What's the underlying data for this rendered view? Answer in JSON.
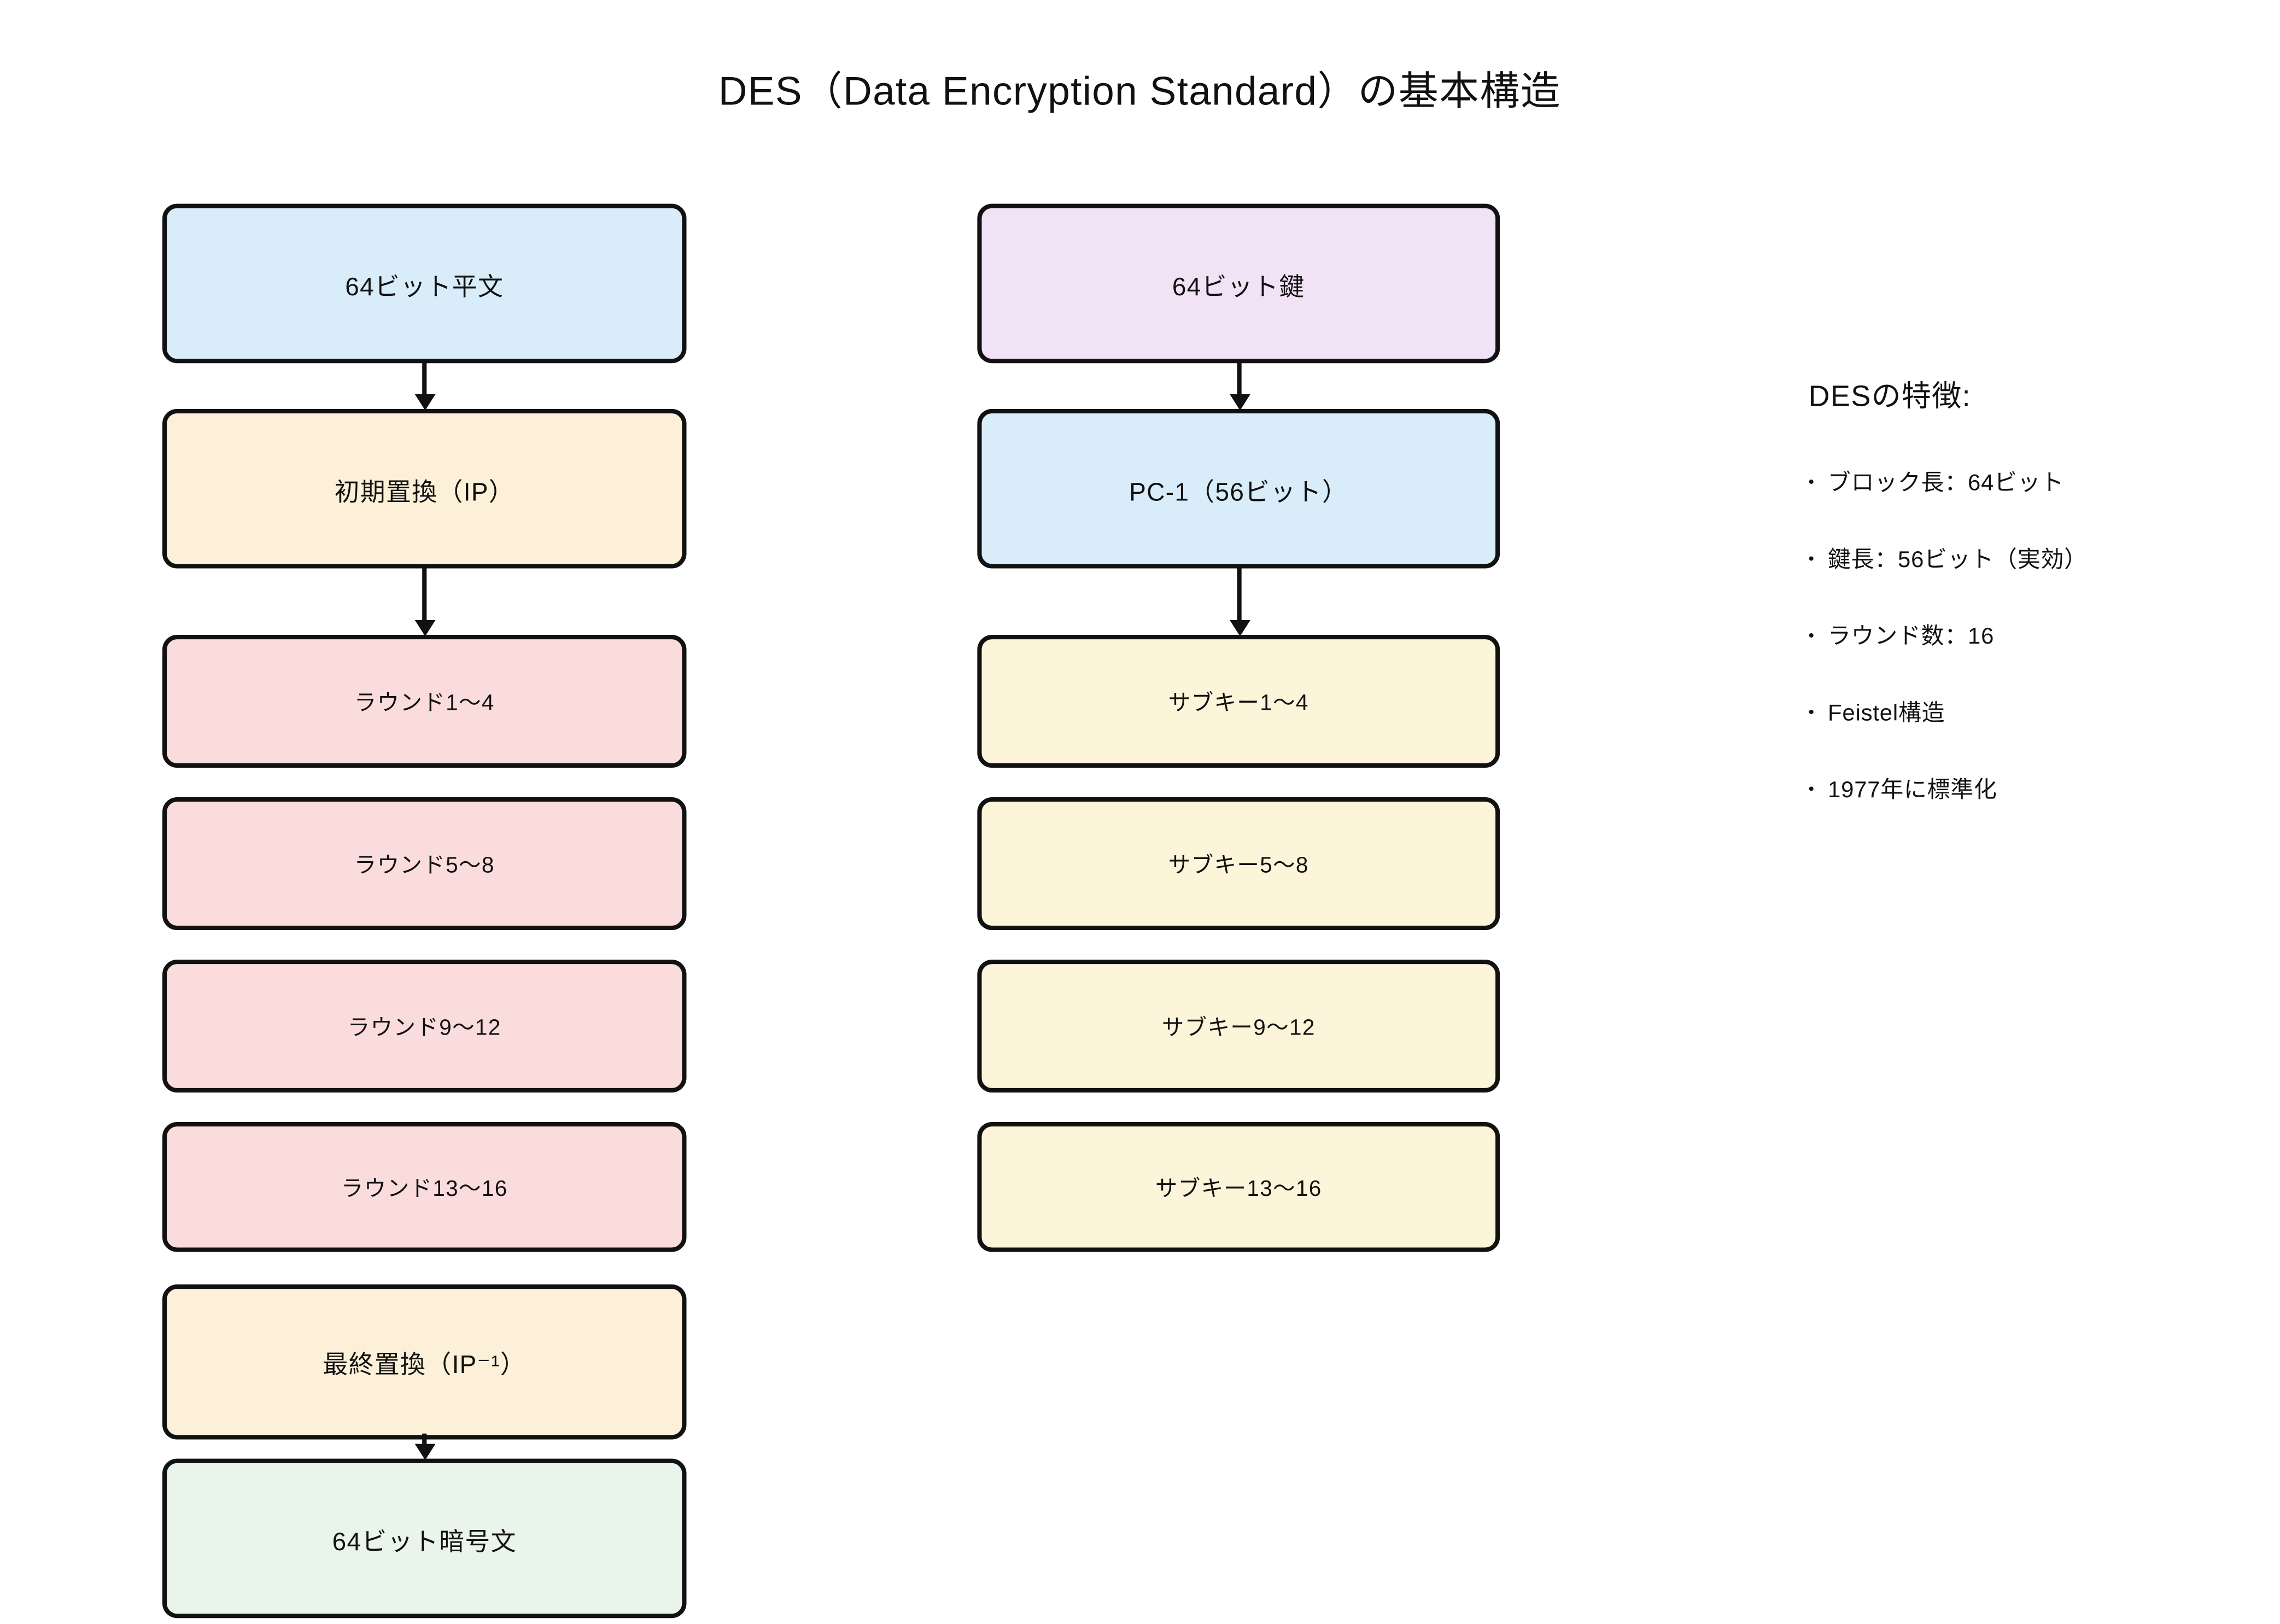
{
  "title": "DES（Data Encryption Standard）の基本構造",
  "data_path": {
    "plaintext": "64ビット平文",
    "initial_permutation": "初期置換（IP）",
    "rounds_1_4": "ラウンド1〜4",
    "rounds_5_8": "ラウンド5〜8",
    "rounds_9_12": "ラウンド9〜12",
    "rounds_13_16": "ラウンド13〜16",
    "final_permutation": "最終置換（IP⁻¹）",
    "ciphertext": "64ビット暗号文"
  },
  "key_path": {
    "key": "64ビット鍵",
    "pc1": "PC-1（56ビット）",
    "subkeys_1_4": "サブキー1〜4",
    "subkeys_5_8": "サブキー5〜8",
    "subkeys_9_12": "サブキー9〜12",
    "subkeys_13_16": "サブキー13〜16"
  },
  "notes": {
    "heading": "DESの特徴:",
    "bullet": "•",
    "items": [
      "ブロック長：64ビット",
      "鍵長：56ビット（実効）",
      "ラウンド数：16",
      "Feistel構造",
      "1977年に標準化"
    ]
  },
  "colors": {
    "plaintext_blue": "#d9ecfa",
    "permutation_cream": "#fdf0d8",
    "round_pink": "#fbdcdc",
    "subkey_yellow": "#fcf5da",
    "key_purple": "#f2e2f6",
    "ciphertext_green": "#e9f4eb",
    "border_black": "#111111"
  }
}
